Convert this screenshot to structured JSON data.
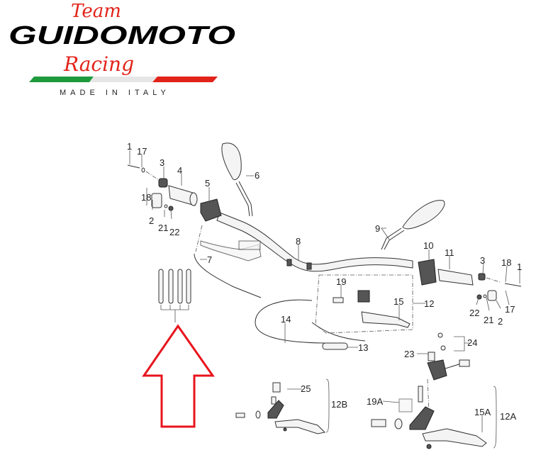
{
  "logo": {
    "top_script": "Team",
    "brand": "GUIDOMOTO",
    "bottom_script": "Racing",
    "tagline": "MADE IN ITALY",
    "flag_colors": [
      "#1e9a3c",
      "#e6e6e6",
      "#e2231a"
    ]
  },
  "callouts": [
    "1",
    "17",
    "3",
    "4",
    "5",
    "6",
    "18",
    "2",
    "21",
    "22",
    "7",
    "8",
    "9",
    "10",
    "11",
    "3",
    "18",
    "1",
    "22",
    "21",
    "2",
    "17",
    "19",
    "15",
    "12",
    "14",
    "13",
    "24",
    "23",
    "25",
    "12B",
    "19A",
    "15A",
    "12A"
  ],
  "colors": {
    "arrow": "#e8141c",
    "line": "#333333"
  }
}
